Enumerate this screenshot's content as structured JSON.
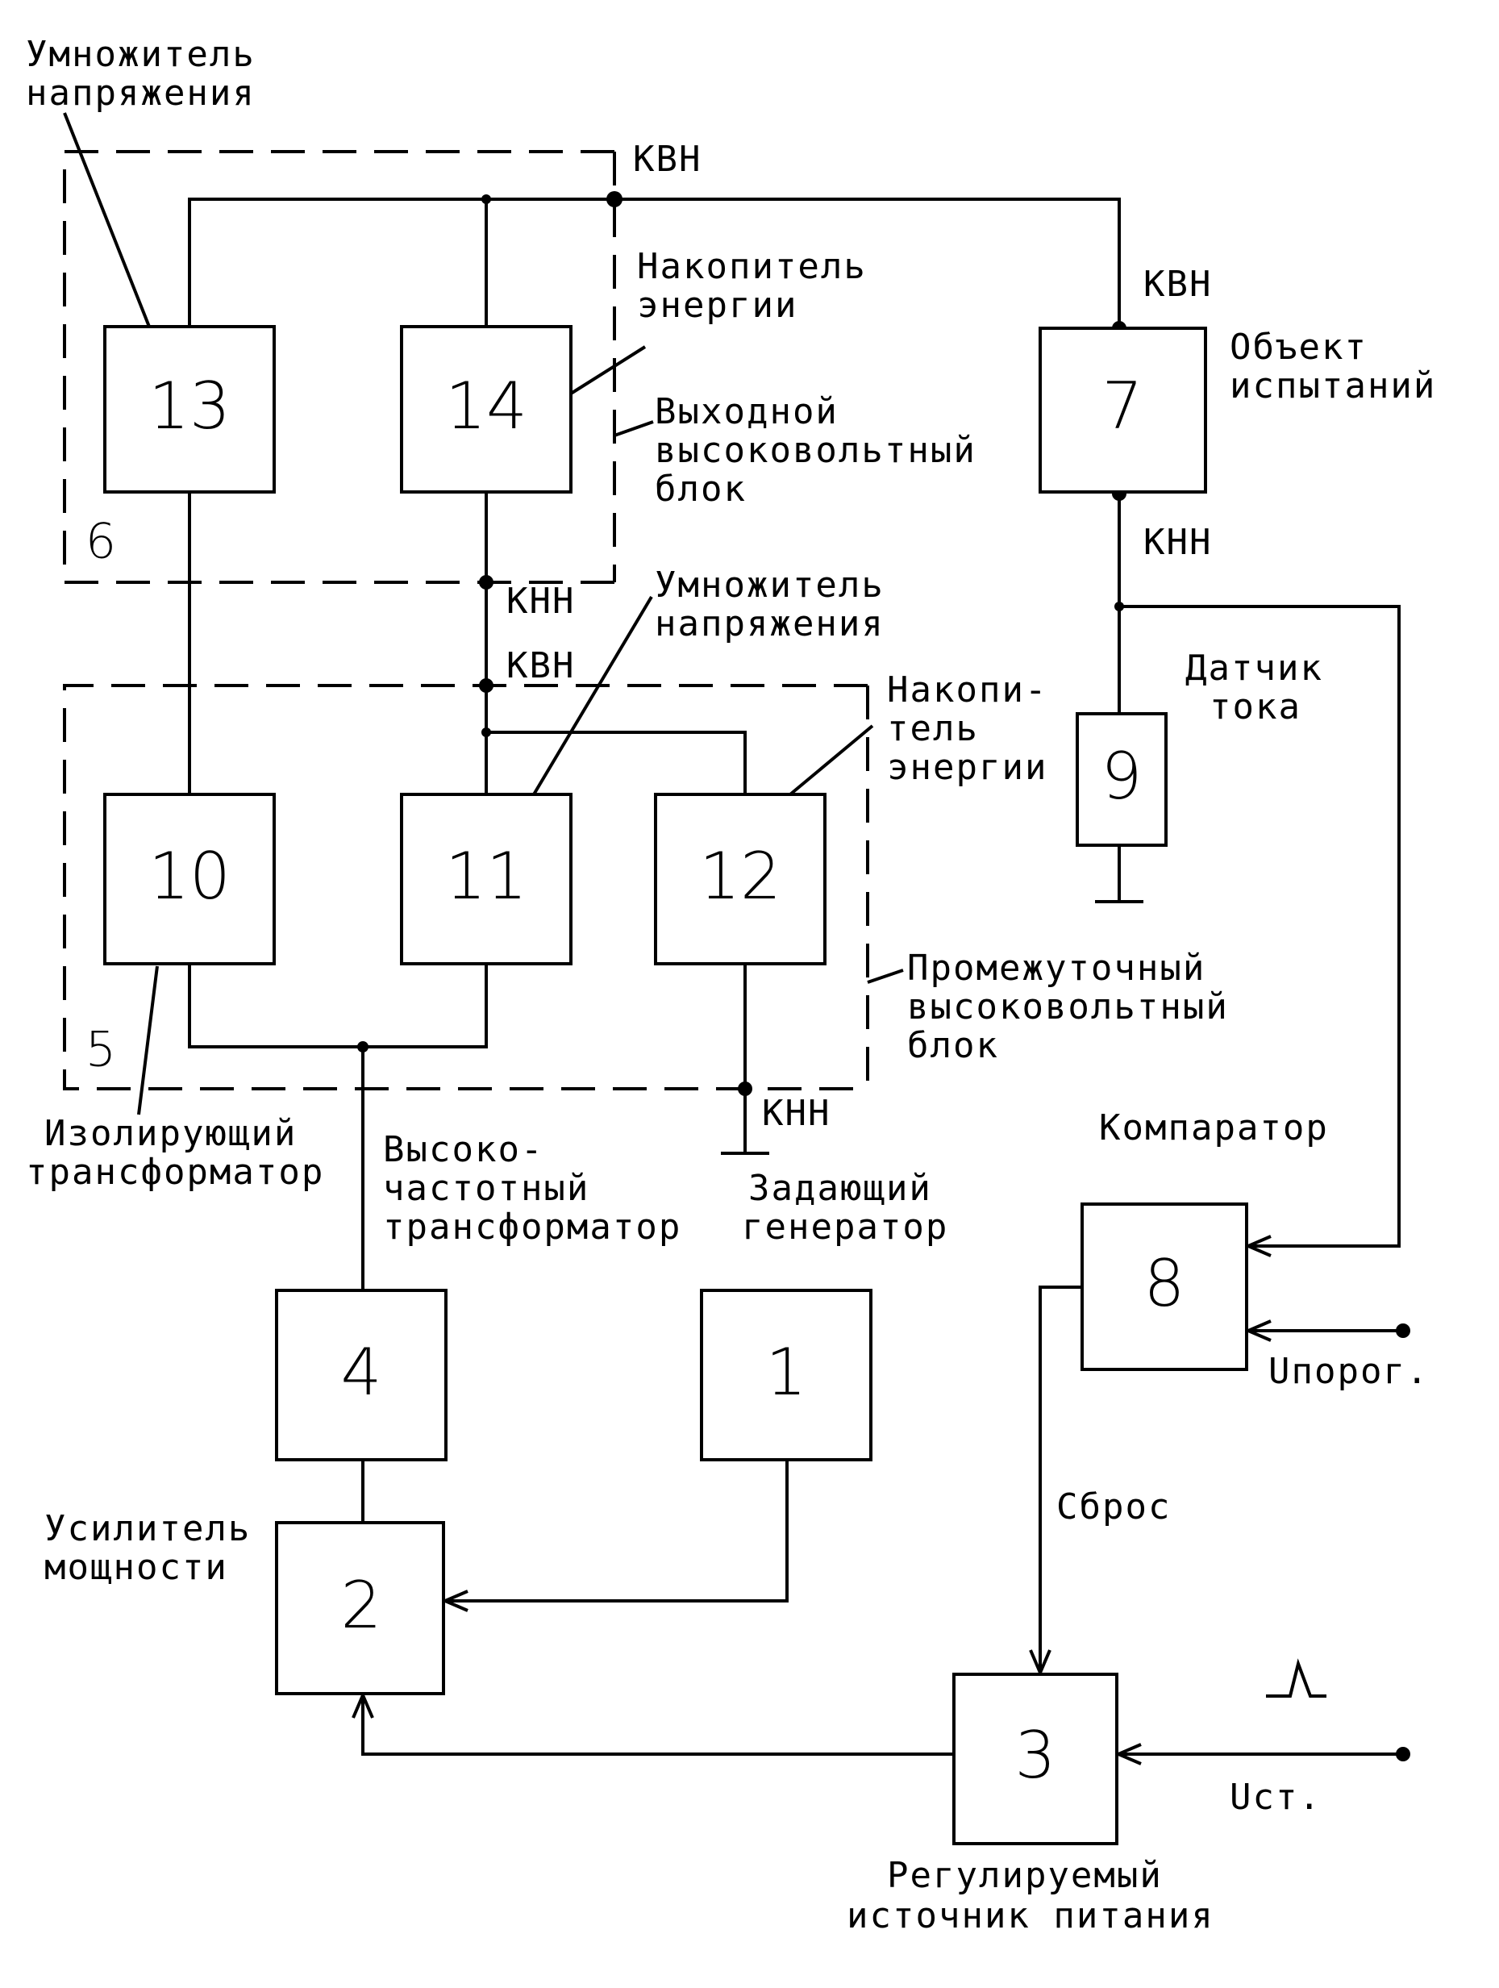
{
  "blocks": {
    "b1": "1",
    "b2": "2",
    "b3": "3",
    "b4": "4",
    "b7": "7",
    "b8": "8",
    "b9": "9",
    "b10": "10",
    "b11": "11",
    "b12": "12",
    "b13": "13",
    "b14": "14"
  },
  "group_numbers": {
    "g5": "5",
    "g6": "6"
  },
  "labels": {
    "mult_top_1": "Умножитель",
    "mult_top_2": "напряжения",
    "kvn_top": "КВН",
    "storage_top_1": "Накопитель",
    "storage_top_2": "энергии",
    "kvn_obj": "КВН",
    "object_1": "Объект",
    "object_2": "испытаний",
    "output_block_1": "Выходной",
    "output_block_2": "высоковольтный",
    "output_block_3": "блок",
    "knn_obj": "КНН",
    "knn_mid": "КНН",
    "mult_mid_1": "Умножитель",
    "mult_mid_2": "напряжения",
    "kvn_mid": "КВН",
    "storage_mid_1": "Накопи-",
    "storage_mid_2": "тель",
    "storage_mid_3": "энергии",
    "sensor_1": "Датчик",
    "sensor_2": "тока",
    "inter_block_1": "Промежуточный",
    "inter_block_2": "высоковольтный",
    "inter_block_3": "блок",
    "knn_bottom": "КНН",
    "isolating_1": "Изолирующий",
    "isolating_2": "трансформатор",
    "hf_1": "Высоко-",
    "hf_2": "частотный",
    "hf_3": "трансформатор",
    "master_1": "Задающий",
    "master_2": "генератор",
    "comparator": "Компаратор",
    "u_threshold": "Uпорог.",
    "amplifier_1": "Усилитель",
    "amplifier_2": "мощности",
    "reset": "Сброс",
    "u_set": "Uст.",
    "psu_1": "Регулируемый",
    "psu_2": "источник питания"
  }
}
